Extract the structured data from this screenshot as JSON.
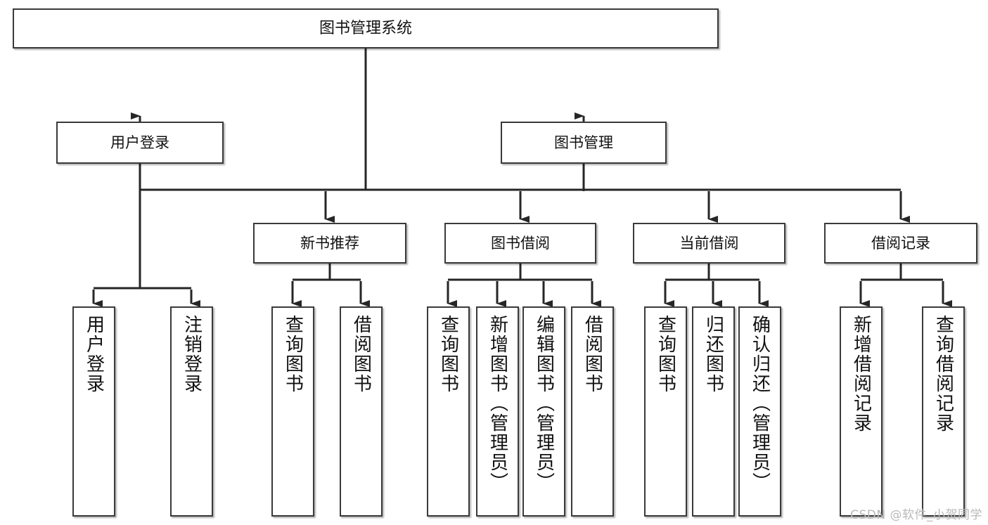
{
  "diagram": {
    "title": "图书管理系统",
    "type": "tree",
    "root": {
      "id": "root",
      "label": "图书管理系统"
    },
    "level2": [
      {
        "id": "user-login",
        "label": "用户登录"
      },
      {
        "id": "book-management",
        "label": "图书管理"
      }
    ],
    "level3": [
      {
        "id": "new-book-recommend",
        "label": "新书推荐",
        "parent": "book-management"
      },
      {
        "id": "book-borrow",
        "label": "图书借阅",
        "parent": "book-management"
      },
      {
        "id": "current-borrow",
        "label": "当前借阅",
        "parent": "book-management"
      },
      {
        "id": "borrow-record",
        "label": "借阅记录",
        "parent": "book-management"
      }
    ],
    "leaves": [
      {
        "id": "leaf-user-login",
        "label": "用户登录",
        "parent": "user-login"
      },
      {
        "id": "leaf-user-logout",
        "label": "注销登录",
        "parent": "user-login"
      },
      {
        "id": "leaf-query-book-1",
        "label": "查询图书",
        "parent": "new-book-recommend"
      },
      {
        "id": "leaf-borrow-book-1",
        "label": "借阅图书",
        "parent": "new-book-recommend"
      },
      {
        "id": "leaf-query-book-2",
        "label": "查询图书",
        "parent": "book-borrow"
      },
      {
        "id": "leaf-add-book",
        "label": "新增图书（管理员）",
        "parent": "book-borrow"
      },
      {
        "id": "leaf-edit-book",
        "label": "编辑图书（管理员）",
        "parent": "book-borrow"
      },
      {
        "id": "leaf-borrow-book-2",
        "label": "借阅图书",
        "parent": "book-borrow"
      },
      {
        "id": "leaf-query-book-3",
        "label": "查询图书",
        "parent": "current-borrow"
      },
      {
        "id": "leaf-return-book",
        "label": "归还图书",
        "parent": "current-borrow"
      },
      {
        "id": "leaf-confirm-return",
        "label": "确认归还（管理员）",
        "parent": "current-borrow"
      },
      {
        "id": "leaf-add-record",
        "label": "新增借阅记录",
        "parent": "borrow-record"
      },
      {
        "id": "leaf-query-record",
        "label": "查询借阅记录",
        "parent": "borrow-record"
      }
    ]
  },
  "watermark": {
    "text": "CSDN @软件_小贺同学"
  },
  "colors": {
    "box_border": "#3a3a3a",
    "box_fill": "#ffffff",
    "connector": "#262626",
    "text": "#111111",
    "watermark": "#b9b9b9"
  }
}
